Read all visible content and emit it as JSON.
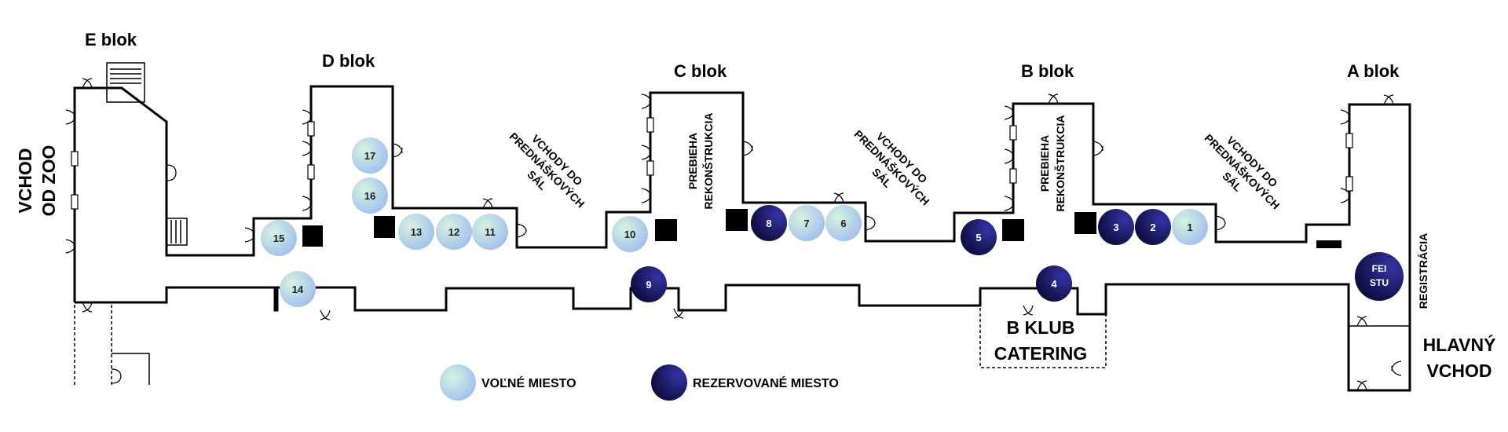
{
  "blocks": {
    "a": "A blok",
    "b": "B blok",
    "c": "C blok",
    "d": "D blok",
    "e": "E blok"
  },
  "entrances": {
    "zoo_line1": "VCHOD",
    "zoo_line2": "OD ZOO",
    "main_line1": "HLAVNÝ",
    "main_line2": "VCHOD"
  },
  "lecture_entrances": {
    "line1": "VCHODY DO",
    "line2": "PREDNÁŠKOVÝCH",
    "line3": "SÁL"
  },
  "reconstruction": {
    "line1": "PREBIEHA",
    "line2": "REKONŠTRUKCIA"
  },
  "registration": "REGISTRÁCIA",
  "b_klub": {
    "line1": "B KLUB",
    "line2": "CATERING"
  },
  "fei_stu": {
    "line1": "FEI",
    "line2": "STU"
  },
  "legend": {
    "free": "VOĽNÉ MIESTO",
    "reserved": "REZERVOVANÉ MIESTO"
  },
  "colors": {
    "free_light": "#cdeedd",
    "free_dark": "#a6c4f2",
    "reserved_dark": "#101040",
    "reserved_mid": "#2a2a8c",
    "wall": "#000000"
  },
  "stands": [
    {
      "number": "1",
      "status": "free"
    },
    {
      "number": "2",
      "status": "reserved"
    },
    {
      "number": "3",
      "status": "reserved"
    },
    {
      "number": "4",
      "status": "reserved"
    },
    {
      "number": "5",
      "status": "reserved"
    },
    {
      "number": "6",
      "status": "free"
    },
    {
      "number": "7",
      "status": "free"
    },
    {
      "number": "8",
      "status": "reserved"
    },
    {
      "number": "9",
      "status": "reserved"
    },
    {
      "number": "10",
      "status": "free"
    },
    {
      "number": "11",
      "status": "free"
    },
    {
      "number": "12",
      "status": "free"
    },
    {
      "number": "13",
      "status": "free"
    },
    {
      "number": "14",
      "status": "free"
    },
    {
      "number": "15",
      "status": "free"
    },
    {
      "number": "16",
      "status": "free"
    },
    {
      "number": "17",
      "status": "free"
    }
  ]
}
